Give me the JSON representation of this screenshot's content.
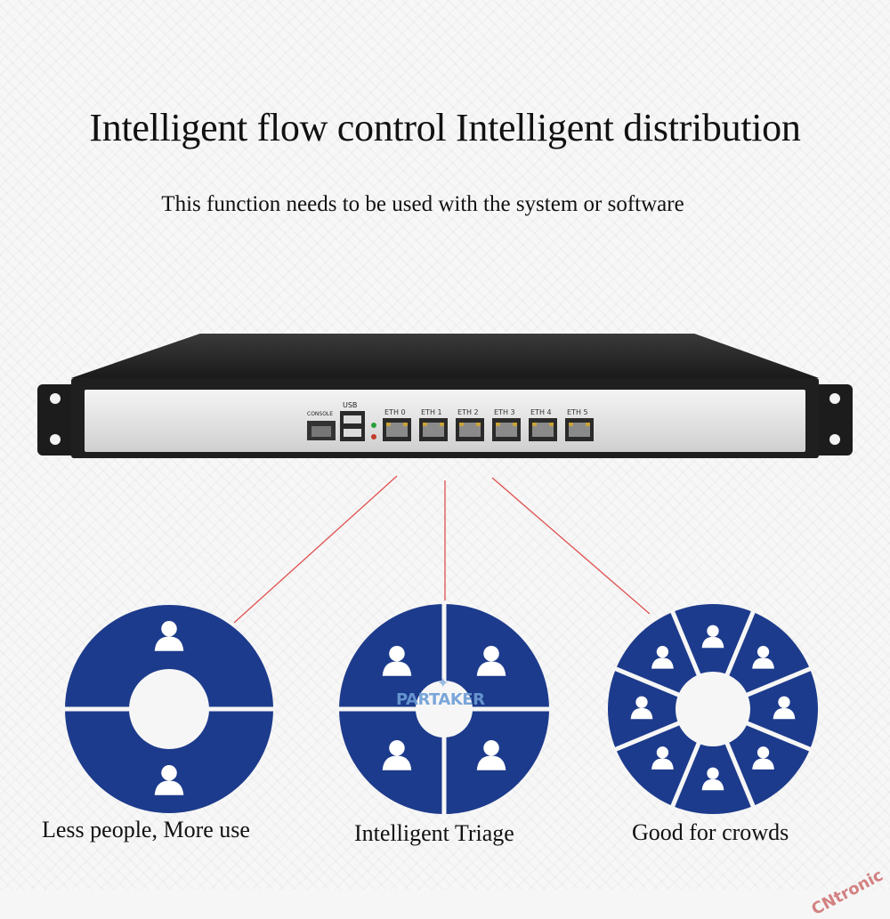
{
  "heading": {
    "title": "Intelligent flow control Intelligent distribution",
    "subtitle": "This function needs to be used with the system or software"
  },
  "device": {
    "console_label": "CONSOLE",
    "usb_label": "USB",
    "eth_ports": [
      "ETH 0",
      "ETH 1",
      "ETH 2",
      "ETH 3",
      "ETH 4",
      "ETH 5"
    ]
  },
  "diagrams": [
    {
      "caption": "Less people, More use",
      "segments": 2
    },
    {
      "caption": "Intelligent Triage",
      "segments": 4
    },
    {
      "caption": "Good for crowds",
      "segments": 8
    }
  ],
  "watermarks": {
    "center": "PARTAKER",
    "corner": "CNtronic"
  },
  "colors": {
    "ring_blue": "#1d3b8c",
    "connector_red": "#e05050",
    "text": "#111111"
  },
  "icons": [
    "person-icon",
    "ethernet-port-icon",
    "usb-port-icon",
    "console-port-icon",
    "led-indicator-icon"
  ]
}
